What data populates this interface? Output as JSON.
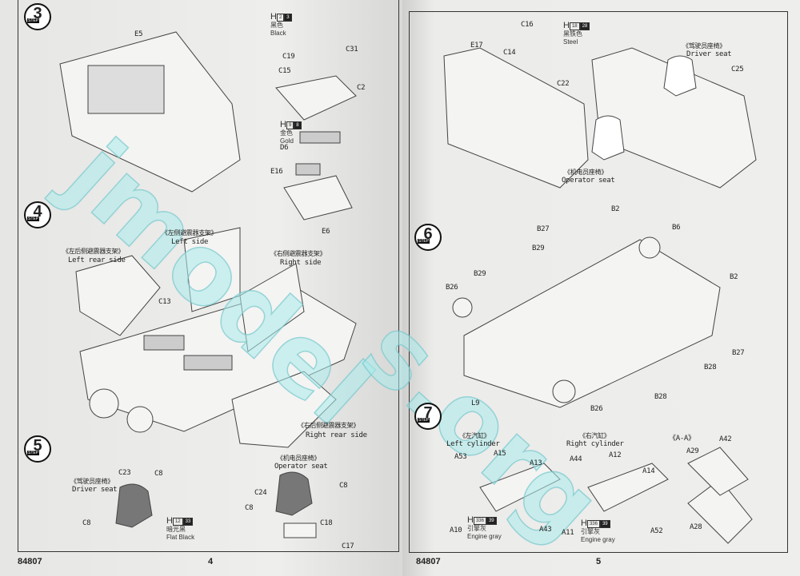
{
  "left_page": {
    "steps": {
      "s3": "3",
      "s4": "4",
      "s5": "5",
      "step_word": "STEP"
    },
    "step3": {
      "E5": "E5",
      "C19": "C19",
      "C31": "C31",
      "C15": "C15",
      "C2": "C2",
      "D6": "D6",
      "E16": "E16",
      "E6": "E6",
      "paint_black": {
        "h": "H",
        "a": "2",
        "b": "3",
        "cn": "黑色",
        "en": "Black"
      },
      "paint_gold": {
        "h": "H",
        "a": "9",
        "b": "8",
        "cn": "金色",
        "en": "Gold"
      }
    },
    "step4": {
      "left_rear_cn": "《左后侧避震器支架》",
      "left_rear_en": "Left rear side",
      "left_cn": "《左侧避震器支架》",
      "left_en": "Left side",
      "right_cn": "《右侧避震器支架》",
      "right_en": "Right side",
      "right_rear_cn": "《右后侧避震器支架》",
      "right_rear_en": "Right rear side",
      "C13": "C13"
    },
    "step5": {
      "driver_cn": "《驾驶员座椅》",
      "driver_en": "Driver seat",
      "operator_cn": "《机电员座椅》",
      "operator_en": "Operator seat",
      "C23": "C23",
      "C8": "C8",
      "C24": "C24",
      "C18": "C18",
      "C17": "C17",
      "paint_flat_black": {
        "h": "H",
        "a": "12",
        "b": "33",
        "cn": "暗光黑",
        "en": "Flat Black"
      }
    },
    "footer": {
      "code": "84807",
      "page": "4"
    }
  },
  "right_page": {
    "steps": {
      "s6": "6",
      "s7": "7"
    },
    "top": {
      "E17": "E17",
      "C16": "C16",
      "C14": "C14",
      "C22": "C22",
      "C25": "C25",
      "paint_steel": {
        "h": "H",
        "a": "18",
        "b": "28",
        "cn": "黑铁色",
        "en": "Steel"
      },
      "driver_cn": "《驾驶员座椅》",
      "driver_en": "Driver seat",
      "operator_cn": "《机电员座椅》",
      "operator_en": "Operator seat"
    },
    "step6": {
      "B2": "B2",
      "B6": "B6",
      "B27": "B27",
      "B29": "B29",
      "B26": "B26",
      "B28": "B28",
      "L9": "L9"
    },
    "step7": {
      "left_cyl_cn": "《左汽缸》",
      "left_cyl_en": "Left cylinder",
      "right_cyl_cn": "《右汽缸》",
      "right_cyl_en": "Right cylinder",
      "aa": "《A-A》",
      "A53": "A53",
      "A15": "A15",
      "A13": "A13",
      "A10": "A10",
      "A43": "A43",
      "A44": "A44",
      "A12": "A12",
      "A14": "A14",
      "A11": "A11",
      "A52": "A52",
      "A42": "A42",
      "A29": "A29",
      "A28": "A28",
      "paint_engine": {
        "h": "H",
        "a": "336",
        "b": "39",
        "cn": "引擎灰",
        "en": "Engine gray"
      }
    },
    "footer": {
      "code": "84807",
      "page": "5"
    }
  },
  "watermark": {
    "left": "jmodel",
    "right": "s.org"
  },
  "colors": {
    "paper": "#ececea",
    "ink": "#222222",
    "watermark": "#aaebeb"
  }
}
